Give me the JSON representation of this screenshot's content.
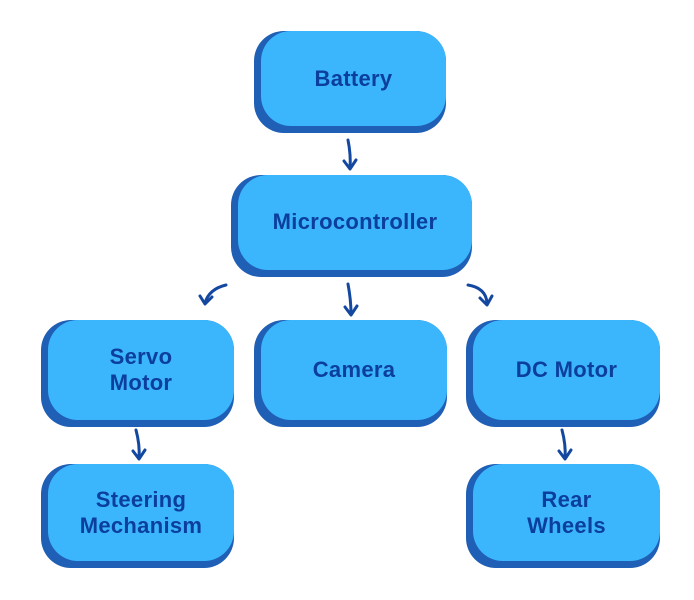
{
  "nodes": {
    "battery": "Battery",
    "microcontroller": "Microcontroller",
    "servo_motor": "Servo\nMotor",
    "camera": "Camera",
    "dc_motor": "DC Motor",
    "steering_mechanism": "Steering\nMechanism",
    "rear_wheels": "Rear\nWheels"
  },
  "colors": {
    "box_face": "#3bb6fd",
    "box_shadow": "#1f5fb5",
    "text": "#0c3f9c",
    "arrow": "#1448a0"
  }
}
